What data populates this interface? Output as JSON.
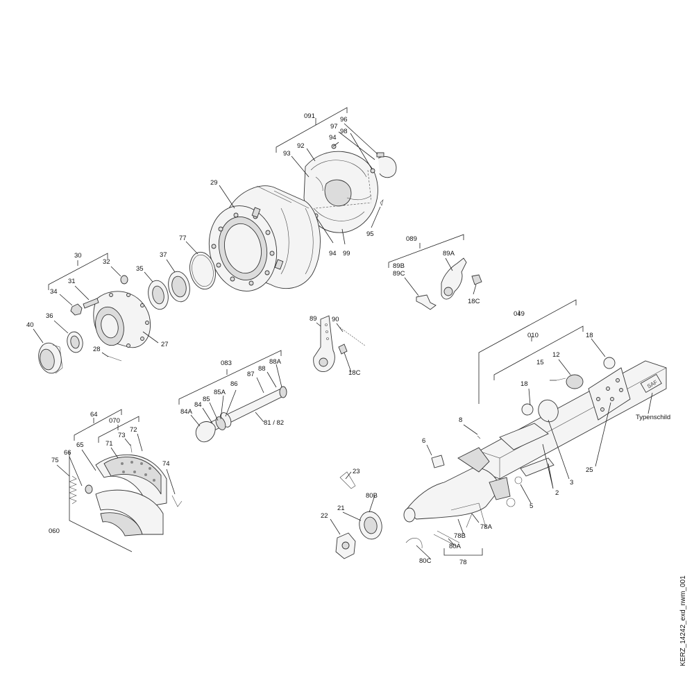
{
  "drawing_id": "KERZ_14242_exd_nwm_001",
  "type_plate_label": "Typenschild",
  "brand_mark": "SAF",
  "labels": {
    "g091": "091",
    "p92": "92",
    "p93": "93",
    "p94a": "94",
    "p94b": "94",
    "p95": "95",
    "p96": "96",
    "p97": "97",
    "p98": "98",
    "p99": "99",
    "p29": "29",
    "p77": "77",
    "p37": "37",
    "p35": "35",
    "g30": "30",
    "p32": "32",
    "p31": "31",
    "p34": "34",
    "p36": "36",
    "p40": "40",
    "p28": "28",
    "p27": "27",
    "g089": "089",
    "p89a": "89A",
    "p89b": "89B",
    "p89c": "89C",
    "p18c_a": "18C",
    "p89": "89",
    "p90": "90",
    "p18c_b": "18C",
    "g083": "083",
    "p88a": "88A",
    "p88": "88",
    "p87": "87",
    "p86": "86",
    "p85a": "85A",
    "p85": "85",
    "p84": "84",
    "p84a": "84A",
    "p81_82": "81 / 82",
    "g049": "049",
    "g010": "010",
    "p18a": "18",
    "p18b": "18",
    "p15": "15",
    "p12": "12",
    "p8": "8",
    "p6": "6",
    "p2": "2",
    "p3": "3",
    "p5": "5",
    "p25": "25",
    "g64": "64",
    "g070": "070",
    "p73": "73",
    "p72": "72",
    "p71": "71",
    "p65": "65",
    "p66": "66",
    "p75": "75",
    "p74": "74",
    "g060": "060",
    "p23": "23",
    "p80b": "80B",
    "p21": "21",
    "p22": "22",
    "p80c": "80C",
    "p80a": "80A",
    "p78a": "78A",
    "p78b": "78B",
    "g78": "78"
  }
}
